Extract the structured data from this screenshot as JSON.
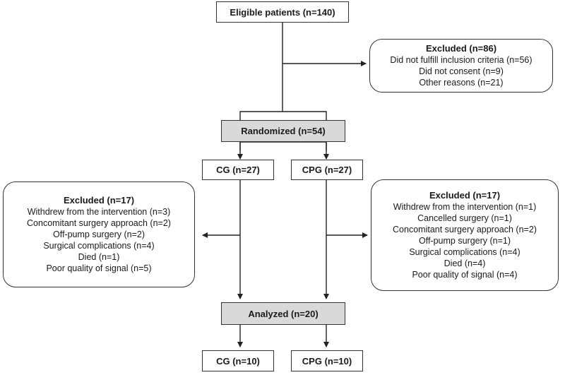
{
  "eligible": "Eligible patients (n=140)",
  "excluded_top": {
    "title": "Excluded (n=86)",
    "items": [
      "Did not fulfill inclusion criteria (n=56)",
      "Did not consent (n=9)",
      "Other reasons (n=21)"
    ]
  },
  "randomized": "Randomized (n=54)",
  "cg_alloc": "CG (n=27)",
  "cpg_alloc": "CPG (n=27)",
  "excluded_left": {
    "title": "Excluded (n=17)",
    "items": [
      "Withdrew from the intervention (n=3)",
      "Concomitant surgery approach (n=2)",
      "Off-pump surgery (n=2)",
      "Surgical complications (n=4)",
      "Died (n=1)",
      "Poor quality of signal (n=5)"
    ]
  },
  "excluded_right": {
    "title": "Excluded (n=17)",
    "items": [
      "Withdrew from the intervention (n=1)",
      "Cancelled surgery (n=1)",
      "Concomitant surgery approach (n=2)",
      "Off-pump surgery (n=1)",
      "Surgical complications (n=4)",
      "Died (n=4)",
      "Poor quality of signal (n=4)"
    ]
  },
  "analyzed": "Analyzed (n=20)",
  "cg_final": "CG (n=10)",
  "cpg_final": "CPG (n=10)"
}
